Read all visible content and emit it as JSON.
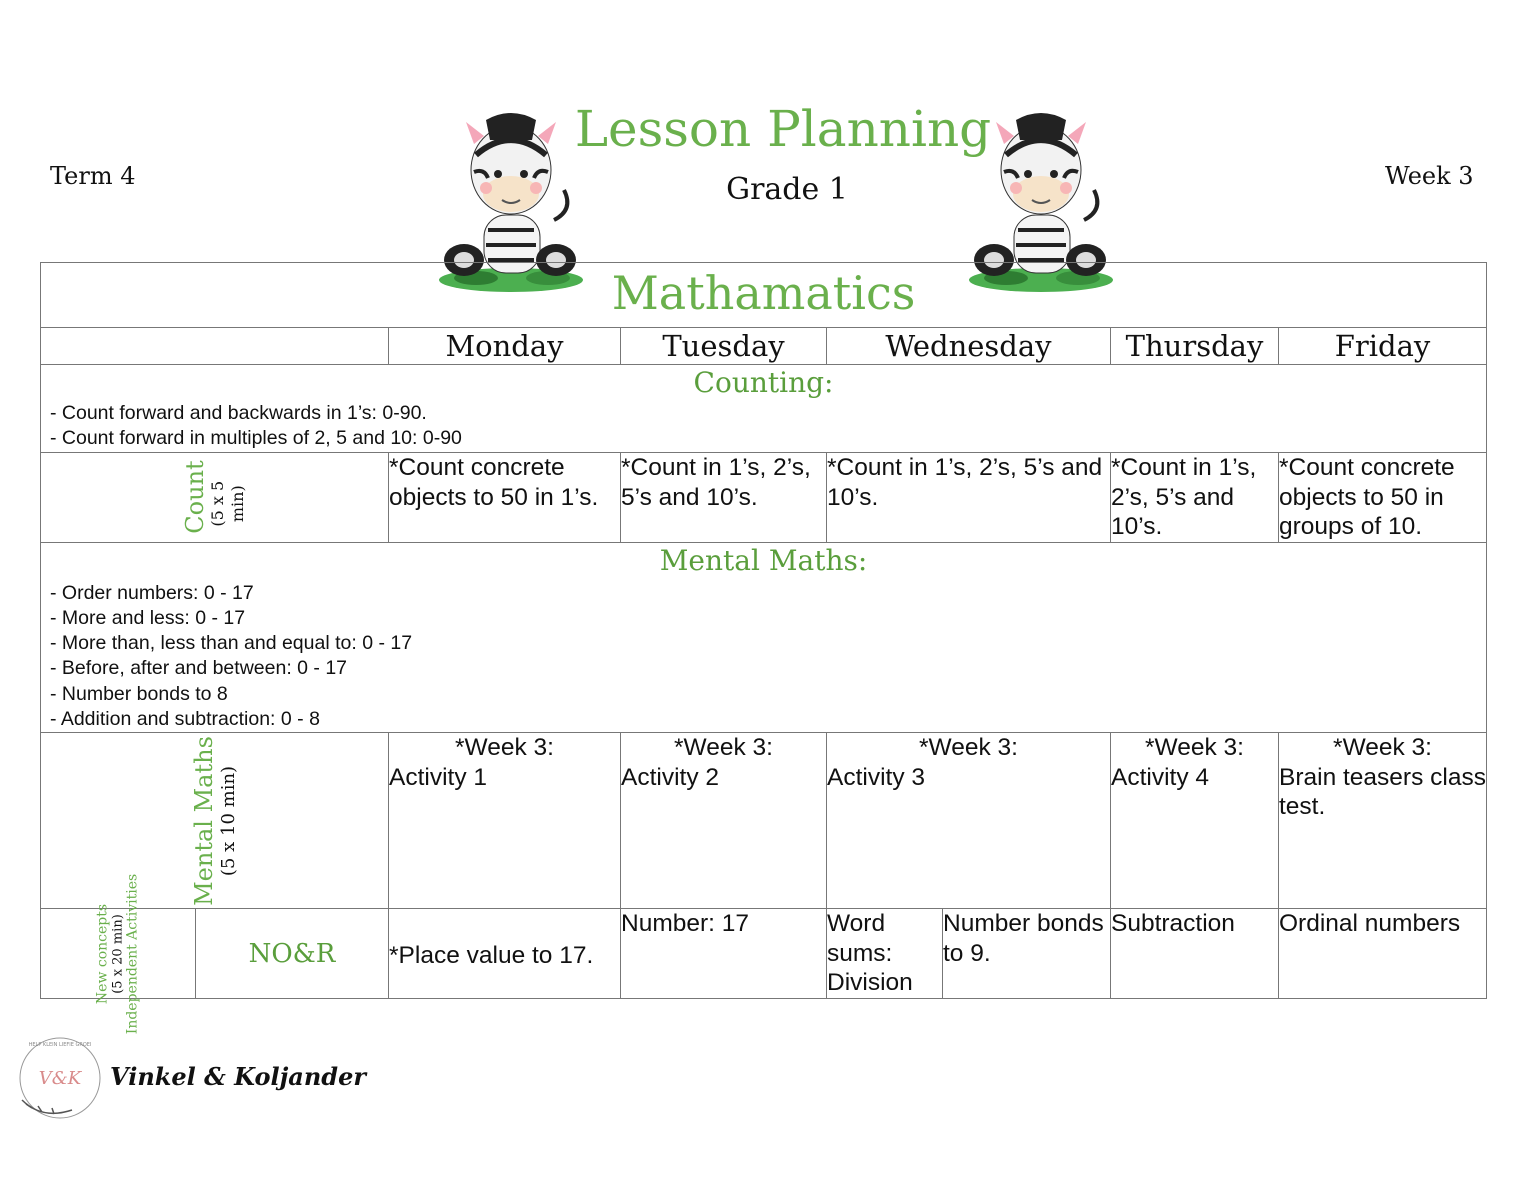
{
  "header": {
    "term": "Term 4",
    "week": "Week 3",
    "title": "Lesson Planning",
    "grade": "Grade 1",
    "subject": "Mathamatics"
  },
  "days": [
    "Monday",
    "Tuesday",
    "Wednesday",
    "Thursday",
    "Friday"
  ],
  "counting": {
    "title": "Counting:",
    "bullets": [
      "- Count forward and backwards in 1’s: 0-90.",
      "- Count forward in multiples of 2, 5 and 10: 0-90"
    ],
    "label": "Count",
    "duration": "(5 x 5 min)",
    "cells": [
      "*Count concrete objects to 50 in 1’s.",
      "*Count in 1’s, 2’s, 5’s and 10’s.",
      "*Count in 1’s, 2’s, 5’s and 10’s.",
      "*Count in 1’s, 2’s, 5’s and 10’s.",
      "*Count concrete objects to 50 in groups of 10."
    ]
  },
  "mental_maths": {
    "title": "Mental Maths:",
    "bullets": [
      "- Order numbers: 0 - 17",
      "- More and less: 0 - 17",
      "- More than, less than and equal to: 0 - 17",
      "- Before, after and between: 0 - 17",
      "- Number bonds to 8",
      "- Addition and subtraction: 0 - 8"
    ],
    "label": "Mental Maths",
    "duration": "(5 x 10 min)",
    "cells": [
      {
        "line1": "*Week 3:",
        "line2": "Activity 1"
      },
      {
        "line1": "*Week 3:",
        "line2": "Activity 2"
      },
      {
        "line1": "*Week 3:",
        "line2": "Activity 3"
      },
      {
        "line1": "*Week 3:",
        "line2": "Activity 4"
      },
      {
        "line1": "*Week 3:",
        "line2": "Brain teasers class test."
      }
    ]
  },
  "new_concepts": {
    "label": "New concepts",
    "duration": "(5 x 20 min)",
    "label2": "Independent Activities",
    "topic": "NO&R",
    "monday": "*Place value to 17.",
    "tuesday": "Number: 17",
    "wednesday_a": "Word sums: Division",
    "wednesday_b": "Number bonds to 9.",
    "thursday": "Subtraction",
    "friday": "Ordinal numbers"
  },
  "footer": {
    "brand": "Vinkel & Koljander",
    "logo_initials": "V&K",
    "logo_ring": "HELP KLEIN LIEFIE GROEI"
  }
}
